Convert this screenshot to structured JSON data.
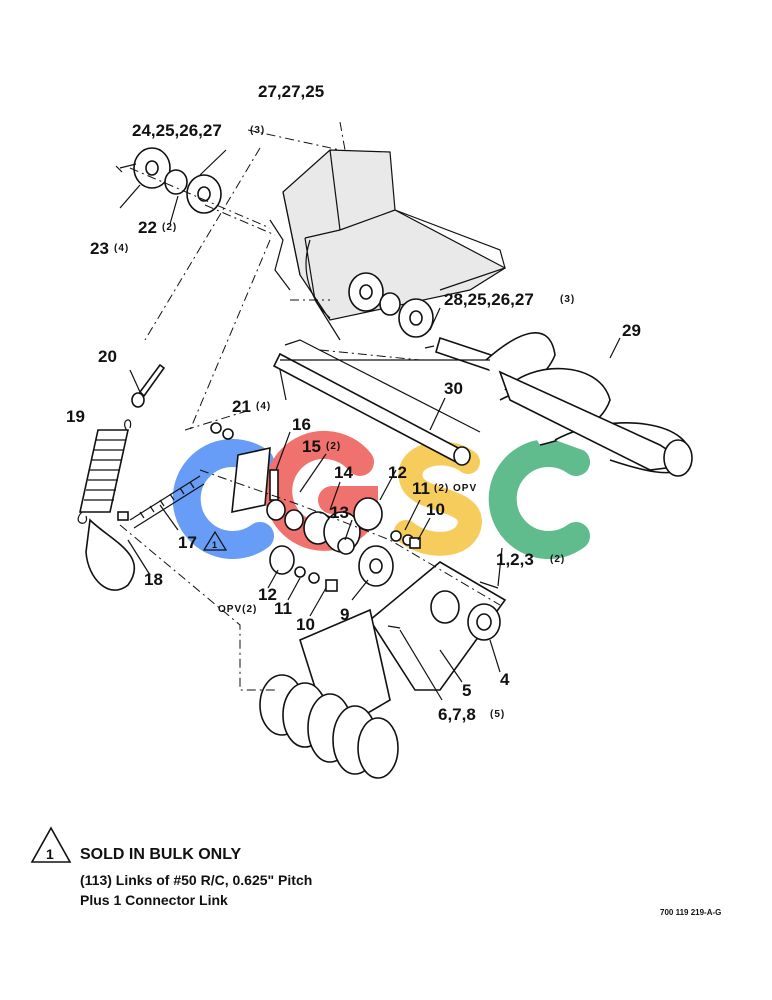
{
  "watermark": {
    "letters": [
      "C",
      "G",
      "S",
      "C"
    ],
    "colors": [
      "#4d8df5",
      "#ee5a55",
      "#f5c440",
      "#45b07a"
    ]
  },
  "callouts": {
    "c_27_27_25": "27,27,25",
    "c_24_25_26_27": "24,25,26,27",
    "c_24_25_26_27_qty": "(3)",
    "c_22": "22",
    "c_22_qty": "(2)",
    "c_23": "23",
    "c_23_qty": "(4)",
    "c_28_25_26_27": "28,25,26,27",
    "c_28_25_26_27_qty": "(3)",
    "c_29": "29",
    "c_20": "20",
    "c_19": "19",
    "c_21": "21",
    "c_21_qty": "(4)",
    "c_30": "30",
    "c_16": "16",
    "c_15": "15",
    "c_15_qty": "(2)",
    "c_14": "14",
    "c_12_top": "12",
    "c_11_top": "11",
    "c_11_top_qty": "(2) OPV",
    "c_10_top": "10",
    "c_13": "13",
    "c_17": "17",
    "c_17_note": "1",
    "c_18": "18",
    "c_12_bot": "12",
    "c_12_bot_qty": "OPV(2)",
    "c_11_bot": "11",
    "c_10_bot": "10",
    "c_9": "9",
    "c_1_2_3": "1,2,3",
    "c_1_2_3_qty": "(2)",
    "c_4": "4",
    "c_5": "5",
    "c_6_7_8": "6,7,8",
    "c_6_7_8_qty": "(5)"
  },
  "note": {
    "number": "1",
    "title": "SOLD IN BULK ONLY",
    "line1": "(113) Links of #50 R/C, 0.625\" Pitch",
    "line2": "Plus 1 Connector Link"
  },
  "reference_code": "700 119 219-A-G"
}
